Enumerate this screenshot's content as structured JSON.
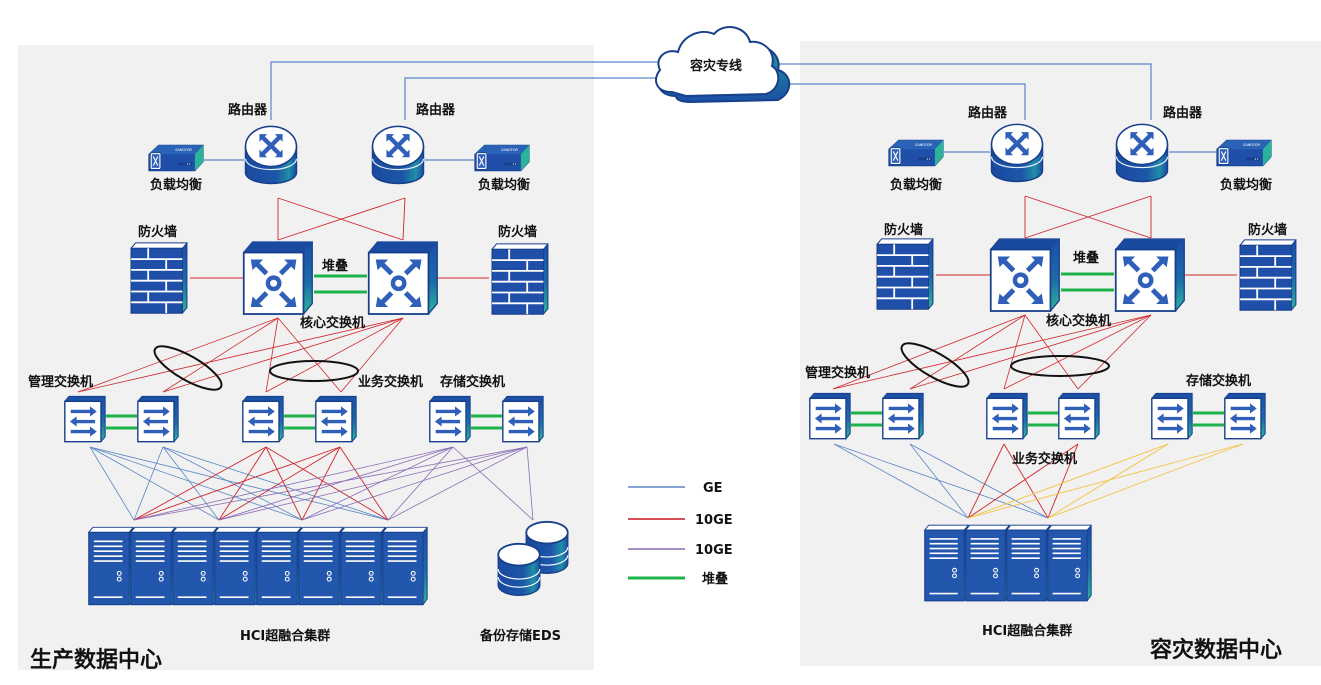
{
  "title": "生产数据中心与容灾数据中心网络拓扑",
  "colors": {
    "panel_bg": "#f1f1f1",
    "device_blue": "#1f4fa8",
    "device_dark": "#183f8e",
    "device_teal": "#2bb39a",
    "link_ge": "#5b86c6",
    "link_10ge_red": "#d0262c",
    "link_10ge_purple": "#8a6cb5",
    "link_storage_yellow": "#f5c342",
    "link_stack": "#1db34a",
    "wan_link": "#5b86c6"
  },
  "cloud": {
    "label": "容灾专线",
    "icon": "cloud-icon"
  },
  "legend": [
    {
      "label": "GE",
      "color": "#5b86c6"
    },
    {
      "label": "10GE",
      "color": "#c8161e"
    },
    {
      "label": "10GE",
      "color": "#8a6cb5"
    },
    {
      "label": "堆叠",
      "color": "#1db34a"
    }
  ],
  "production": {
    "name": "生产数据中心",
    "routers": [
      {
        "label": "路由器"
      },
      {
        "label": "路由器"
      }
    ],
    "load_balancers": [
      {
        "label": "负载均衡",
        "brand": "SANGFOR"
      },
      {
        "label": "负载均衡",
        "brand": "SANGFOR"
      }
    ],
    "firewalls": [
      {
        "label": "防火墙"
      },
      {
        "label": "防火墙"
      }
    ],
    "core": {
      "label": "核心交换机",
      "stack_label": "堆叠"
    },
    "switch_groups": [
      {
        "label": "管理交换机"
      },
      {
        "label": "业务交换机"
      },
      {
        "label": "存储交换机"
      }
    ],
    "cluster": {
      "label": "HCI超融合集群",
      "server_count": 8
    },
    "backup": {
      "label": "备份存储EDS"
    }
  },
  "disaster_recovery": {
    "name": "容灾数据中心",
    "routers": [
      {
        "label": "路由器"
      },
      {
        "label": "路由器"
      }
    ],
    "load_balancers": [
      {
        "label": "负载均衡",
        "brand": "SANGFOR"
      },
      {
        "label": "负载均衡",
        "brand": "SANGFOR"
      }
    ],
    "firewalls": [
      {
        "label": "防火墙"
      },
      {
        "label": "防火墙"
      }
    ],
    "core": {
      "label": "核心交换机",
      "stack_label": "堆叠"
    },
    "switch_groups": [
      {
        "label": "管理交换机"
      },
      {
        "label": "业务交换机"
      },
      {
        "label": "存储交换机"
      }
    ],
    "cluster": {
      "label": "HCI超融合集群",
      "server_count": 4
    }
  }
}
